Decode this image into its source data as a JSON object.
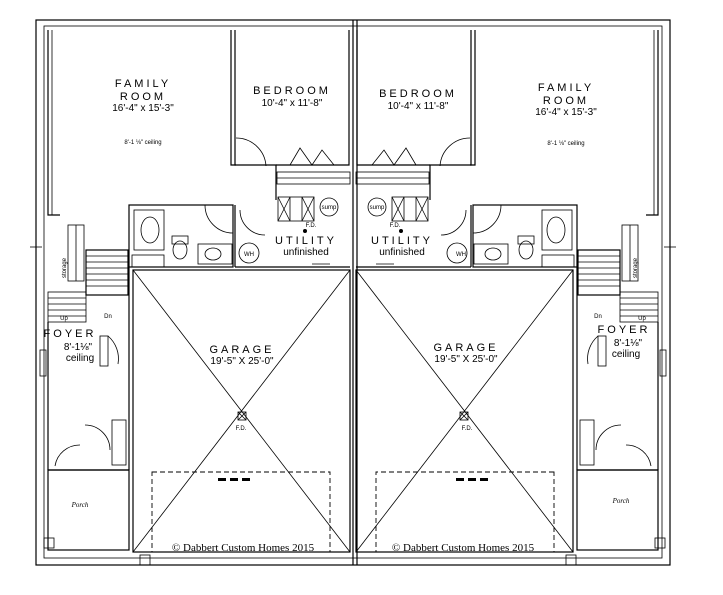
{
  "rooms": {
    "family_room": {
      "name_1": "FAMILY",
      "name_2": "ROOM",
      "size": "16'-4\" x 15'-3\"",
      "ceiling": "8'-1 ⅛\" ceiling"
    },
    "bedroom": {
      "name": "BEDROOM",
      "size": "10'-4\" x 11'-8\""
    },
    "utility": {
      "name": "UTILITY",
      "note": "unfinished"
    },
    "garage": {
      "name": "GARAGE",
      "size": "19'-5\" X 25'-0\""
    },
    "foyer": {
      "name": "FOYER",
      "ceiling_1": "8'-1⅛\"",
      "ceiling_2": "ceiling"
    },
    "porch": {
      "name": "Porch"
    },
    "storage": {
      "name": "storage"
    }
  },
  "fixtures": {
    "sump": "sump",
    "floor_drain": "F.D.",
    "water_heater": "WH",
    "stair_up": "Up",
    "stair_down": "Dn"
  },
  "copyright": "© Dabbert Custom Homes 2015"
}
